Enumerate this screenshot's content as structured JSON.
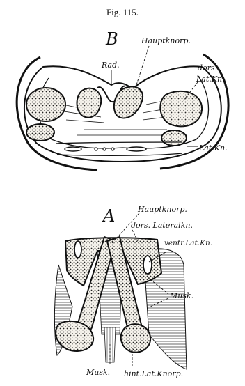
{
  "figure": {
    "caption": "Fig. 115.",
    "panel_b": {
      "letter": "B",
      "labels": {
        "rad": "Rad.",
        "hauptknorp": "Hauptknorp.",
        "dors_lat_kn_1": "dors.",
        "dors_lat_kn_2": "Lat.Kn.",
        "lat_kn": "Lat.Kn."
      }
    },
    "panel_a": {
      "letter": "A",
      "labels": {
        "hauptknorp": "Hauptknorp.",
        "dors_lateralkn": "dors. Lateralkn.",
        "ventr_lat_kn": "ventr.Lat.Kn.",
        "musk_right": "Musk.",
        "musk_bottom": "Musk.",
        "hint_lat_knorp": "hint.Lat.Knorp."
      }
    }
  }
}
